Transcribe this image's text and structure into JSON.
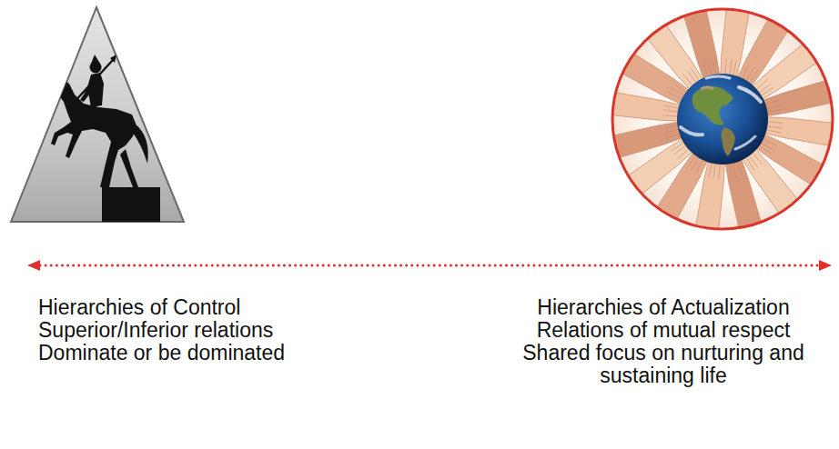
{
  "diagram": {
    "labels": [
      "Hierarchies of Control",
      "Superior/Inferior relations",
      "Dominate or be dominated",
      "Hierarchies of Actualization",
      "Relations of mutual respect",
      "Shared focus on nurturing and sustaining life"
    ]
  }
}
